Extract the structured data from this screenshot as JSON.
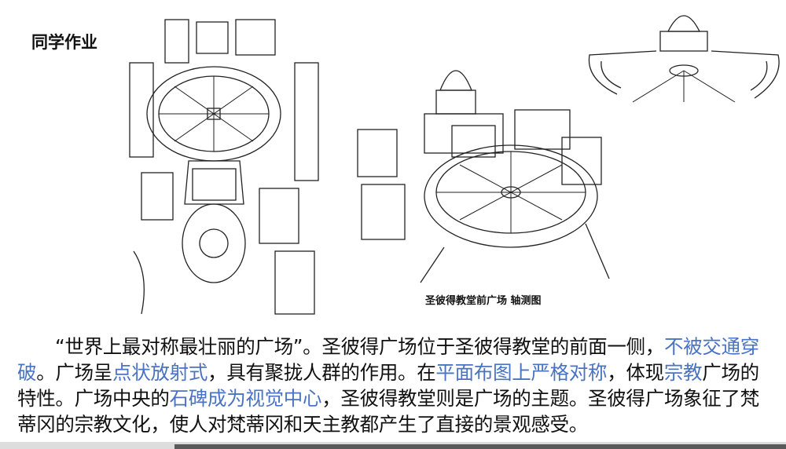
{
  "slide": {
    "title": "同学作业",
    "caption": "圣彼得教堂前广场 轴测图",
    "paragraph": [
      {
        "text": "“世界上最对称最壮丽的广场”。圣彼得广场位于圣彼得教堂的前面一侧，",
        "highlight": false
      },
      {
        "text": "不被交通穿破",
        "highlight": true
      },
      {
        "text": "。广场呈",
        "highlight": false
      },
      {
        "text": "点状放射式",
        "highlight": true
      },
      {
        "text": "，具有聚拢人群的作用。在",
        "highlight": false
      },
      {
        "text": "平面布图上严格对称",
        "highlight": true
      },
      {
        "text": "，体现",
        "highlight": false
      },
      {
        "text": "宗教",
        "highlight": true
      },
      {
        "text": "广场的特性。广场中央的",
        "highlight": false
      },
      {
        "text": "石碑成为视觉中心",
        "highlight": true
      },
      {
        "text": "，圣彼得教堂则是广场的主题。圣彼得广场象征了梵蒂冈的宗教文化，使人对梵蒂冈和天主教都产生了直接的景观感受。",
        "highlight": false
      }
    ],
    "highlight_color": "#4a73c2"
  }
}
